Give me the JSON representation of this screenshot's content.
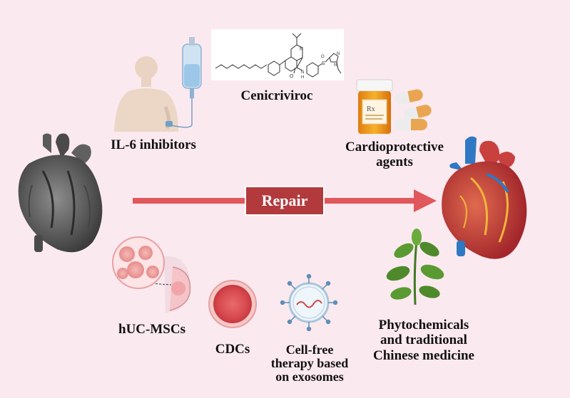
{
  "labels": {
    "il6": "IL-6 inhibitors",
    "cenicriviroc": "Cenicriviroc",
    "cardioprotective": "Cardioprotective\nagents",
    "repair": "Repair",
    "huc_mscs": "hUC-MSCs",
    "cdcs": "CDCs",
    "cell_free": "Cell-free\ntherapy based\non exosomes",
    "phytochemicals": "Phytochemicals\nand traditional\nChinese medicine"
  },
  "chem_letters": {
    "n_top": "N",
    "n_amide": "N",
    "h_amide": "H",
    "o_carbonyl": "O",
    "s_atom": "S",
    "o_sulfinyl": "O",
    "n_ring1": "N",
    "n_ring2": "N"
  },
  "bottle_label": "Rx",
  "colors": {
    "background": "#fbe9f0",
    "arrow": "#e0585b",
    "repair_box": "#b23a3d",
    "heart_gray": "#555555",
    "heart_red": "#c8413f",
    "vessel_blue": "#2f78c4",
    "pill_orange": "#f0a020",
    "cell_pink": "#e77a7a",
    "plant_green": "#4e8a2b"
  },
  "icons": [
    "diseased-heart-icon",
    "healthy-heart-icon",
    "patient-iv-icon",
    "pill-bottle-icon",
    "capsules-icon",
    "stem-cells-icon",
    "cdc-cell-icon",
    "exosome-icon",
    "plant-icon",
    "molecule-structure-icon"
  ]
}
